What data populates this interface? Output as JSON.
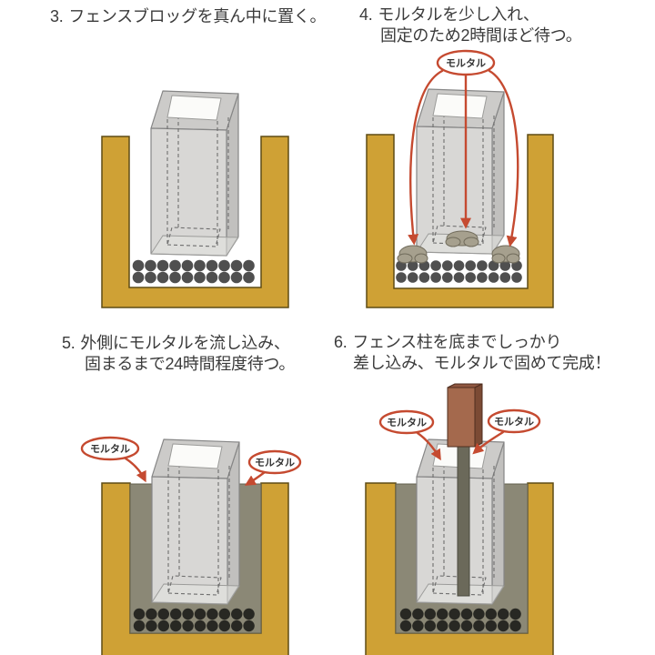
{
  "steps": [
    {
      "number": "3.",
      "line1": "フェンスブロッグを真ん中に置く。",
      "line2": ""
    },
    {
      "number": "4.",
      "line1": "モルタルを少し入れ、",
      "line2": "固定のため2時間ほど待つ。"
    },
    {
      "number": "5.",
      "line1": "外側にモルタルを流し込み、",
      "line2": "固まるまで24時間程度待つ。"
    },
    {
      "number": "6.",
      "line1": "フェンス柱を底までしっかり",
      "line2": "差し込み、モルタルで固めて完成！"
    }
  ],
  "labels": {
    "mortar": "モルタル"
  },
  "colors": {
    "background": "#ffffff",
    "soil": "#cfa135",
    "soil_outline": "#5e4c15",
    "block_gray": "#d8d7d5",
    "mortar_fill": "#8b8876",
    "mortar_blob": "#a6a08e",
    "gravel": "#4f4f4f",
    "gravel_dark": "#282823",
    "post_brown": "#a4694d",
    "accent_red": "#c54a30",
    "text": "#3b3b3b"
  }
}
